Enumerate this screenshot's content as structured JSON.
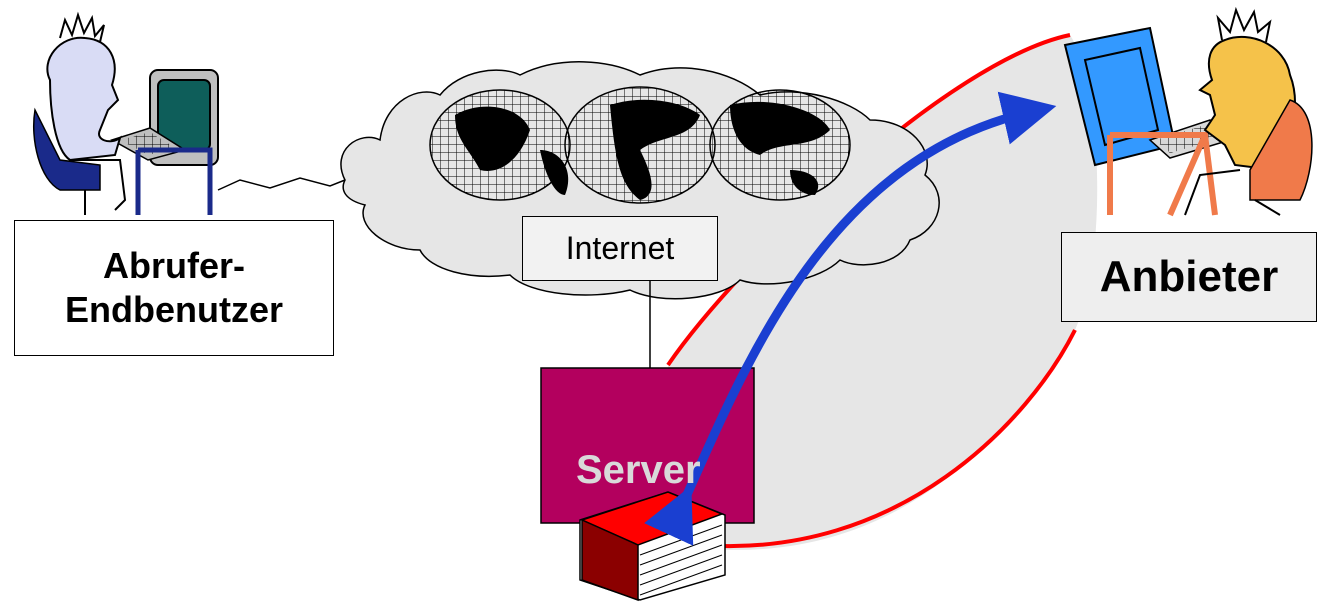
{
  "nodes": {
    "user": {
      "line1": "Abrufer-",
      "line2": "Endbenutzer"
    },
    "internet": {
      "label": "Internet"
    },
    "provider": {
      "label": "Anbieter"
    },
    "server": {
      "label": "Server"
    }
  },
  "colors": {
    "server_fill": "#b3005e",
    "cloud_fill": "#e6e6e6",
    "loop_line": "#ff0000",
    "arrow": "#1a3fd1",
    "book_cover": "#ff0000",
    "user_figure": "#d9dcf5",
    "provider_figure": "#f5c24a",
    "provider_screen": "#3399ff"
  }
}
